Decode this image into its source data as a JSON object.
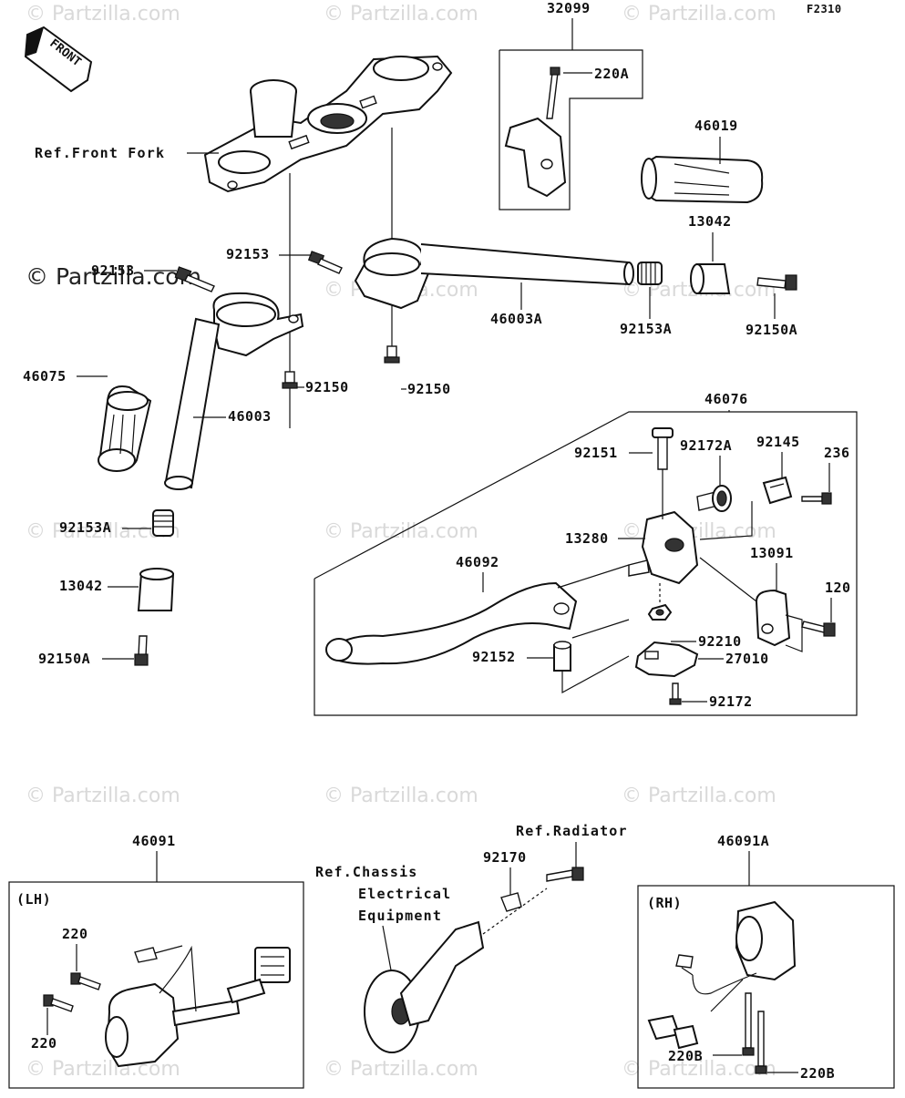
{
  "diagram_code": "F2310",
  "front_label": "FRONT",
  "watermark": "© Partzilla.com",
  "watermark_main": "© Partzilla.com",
  "refs": {
    "front_fork": "Ref.Front Fork",
    "radiator": "Ref.Radiator",
    "chassis_1": "Ref.Chassis",
    "chassis_2": "Electrical",
    "chassis_3": "Equipment"
  },
  "sides": {
    "lh": "(LH)",
    "rh": "(RH)"
  },
  "parts": {
    "p32099": "32099",
    "p220A": "220A",
    "p46019": "46019",
    "p13042_top": "13042",
    "p92153_a": "92153",
    "p92153_b": "92153",
    "p46003A": "46003A",
    "p92153A_top": "92153A",
    "p92150A_top": "92150A",
    "p92150_a": "92150",
    "p92150_b": "92150",
    "p46075": "46075",
    "p46003": "46003",
    "p92153A_left": "92153A",
    "p13042_left": "13042",
    "p92150A_left": "92150A",
    "p46076": "46076",
    "p92151": "92151",
    "p92172A": "92172A",
    "p92145": "92145",
    "p236": "236",
    "p13280": "13280",
    "p46092": "46092",
    "p13091": "13091",
    "p120": "120",
    "p92210": "92210",
    "p92152": "92152",
    "p27010": "27010",
    "p92172": "92172",
    "p46091": "46091",
    "p220_a": "220",
    "p220_b": "220",
    "p92170": "92170",
    "p46091A": "46091A",
    "p220B_a": "220B",
    "p220B_b": "220B"
  }
}
